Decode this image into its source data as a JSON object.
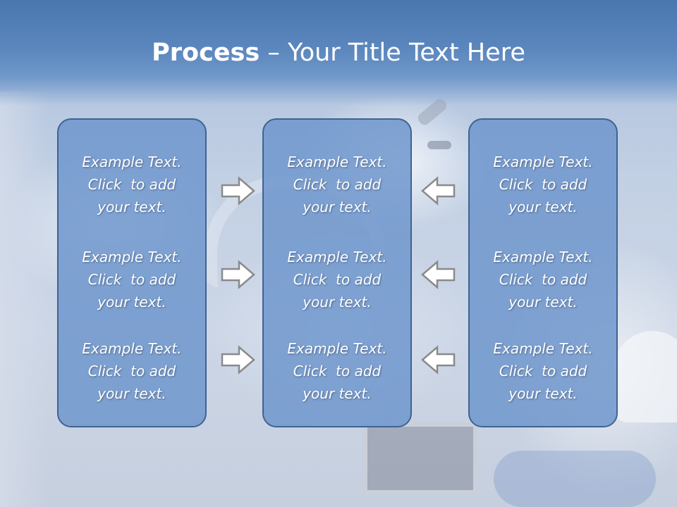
{
  "title": {
    "bold": "Process",
    "rest": " – Your Title Text Here"
  },
  "columns": [
    {
      "items": [
        {
          "line1": "Example Text.",
          "line2": "Click  to add",
          "line3": "your text."
        },
        {
          "line1": "Example Text.",
          "line2": "Click  to add",
          "line3": "your text."
        },
        {
          "line1": "Example Text.",
          "line2": "Click  to add",
          "line3": "your text."
        }
      ]
    },
    {
      "items": [
        {
          "line1": "Example Text.",
          "line2": "Click  to add",
          "line3": "your text."
        },
        {
          "line1": "Example Text.",
          "line2": "Click  to add",
          "line3": "your text."
        },
        {
          "line1": "Example Text.",
          "line2": "Click  to add",
          "line3": "your text."
        }
      ]
    },
    {
      "items": [
        {
          "line1": "Example Text.",
          "line2": "Click  to add",
          "line3": "your text."
        },
        {
          "line1": "Example Text.",
          "line2": "Click  to add",
          "line3": "your text."
        },
        {
          "line1": "Example Text.",
          "line2": "Click  to add",
          "line3": "your text."
        }
      ]
    }
  ],
  "arrows": {
    "left_group": "right-arrow-icon",
    "right_group": "left-arrow-icon"
  },
  "colors": {
    "title_bar": "#4a77ae",
    "box_fill": "#6e96cd",
    "box_border": "#3f6391",
    "arrow_fill": "#ffffff",
    "arrow_stroke": "#8a8a8a"
  }
}
